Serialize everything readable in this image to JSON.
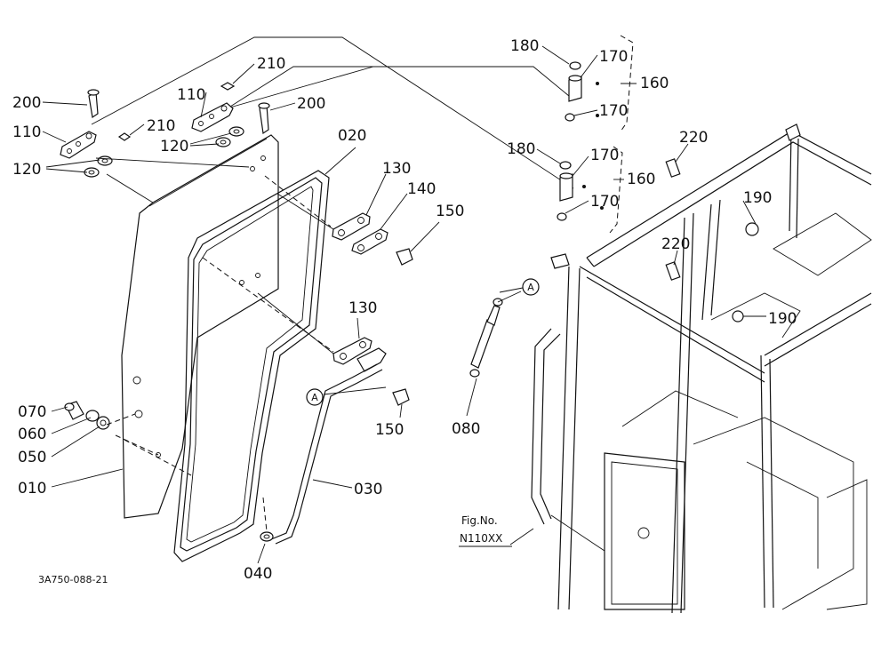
{
  "diagram": {
    "drawing_code": "3A750-088-21",
    "fig_label": "Fig.No.",
    "fig_number": "N110XX",
    "callouts": {
      "p010": "010",
      "p020": "020",
      "p030": "030",
      "p040": "040",
      "p050": "050",
      "p060": "060",
      "p070": "070",
      "p080": "080",
      "p110a": "110",
      "p110b": "110",
      "p120a": "120",
      "p120b": "120",
      "p130a": "130",
      "p130b": "130",
      "p140": "140",
      "p150a": "150",
      "p150b": "150",
      "p160a": "160",
      "p160b": "160",
      "p170a": "170",
      "p170b": "170",
      "p170c": "170",
      "p170d": "170",
      "p180a": "180",
      "p180b": "180",
      "p190a": "190",
      "p190b": "190",
      "p200a": "200",
      "p200b": "200",
      "p210a": "210",
      "p210b": "210",
      "p220a": "220",
      "p220b": "220"
    },
    "ref_markers": {
      "a1": "A",
      "a2": "A"
    }
  }
}
